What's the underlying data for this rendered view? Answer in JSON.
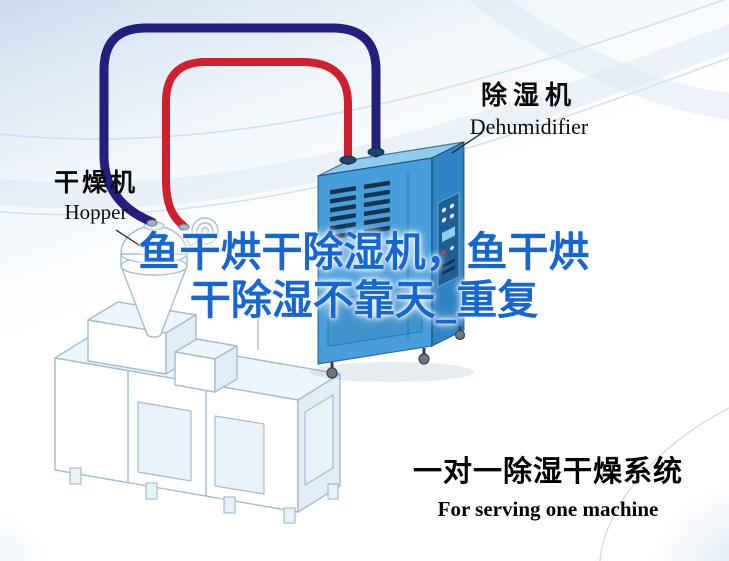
{
  "labels": {
    "hopper": {
      "cn": "干燥机",
      "en": "Hopper"
    },
    "dehumidifier": {
      "cn": "除湿机",
      "en": "Dehumidifier"
    }
  },
  "watermark": {
    "line1": "鱼干烘干除湿机，鱼干烘",
    "line2": "干除湿不靠天_重复"
  },
  "caption": {
    "cn": "一对一除湿干燥系统",
    "en": "For serving one machine"
  },
  "colors": {
    "pipe_navy": "#241f7d",
    "pipe_red": "#d01f2f",
    "dehumidifier_front": "#479edb",
    "dehumidifier_top": "#8ecbee",
    "dehumidifier_side": "#2f84c4",
    "panel_dark": "#1d5f96",
    "vent_dark": "#17344f",
    "line_art": "#a3bdd2",
    "watermark_blue": "#1767d2",
    "background_blue": "#ccdcee"
  }
}
